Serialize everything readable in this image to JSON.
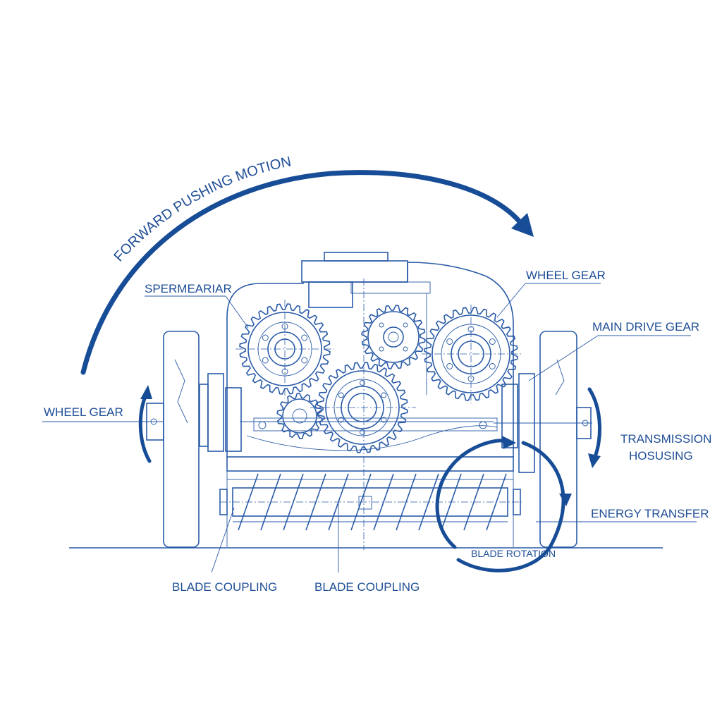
{
  "labels": {
    "forward_motion": "FORWARD PUSHING MOTION",
    "spur_gear": "SPERMEARIAR",
    "wheel_gear_top": "WHEEL GEAR",
    "main_drive_gear": "MAIN DRIVE GEAR",
    "wheel_gear_left": "WHEEL GEAR",
    "transmission_line1": "TRANSMISSION",
    "transmission_line2": "HOSUSING",
    "energy_transfer": "ENERGY TRANSFER",
    "blade_rotation": "BLADE ROTATION",
    "blade_coupling_left": "BLADE COUPLING",
    "blade_coupling_center": "BLADE COUPLING"
  },
  "colors": {
    "line": "#2a5ba8",
    "arrow": "#174c96",
    "text": "#1f4e96",
    "background": "#ffffff"
  }
}
